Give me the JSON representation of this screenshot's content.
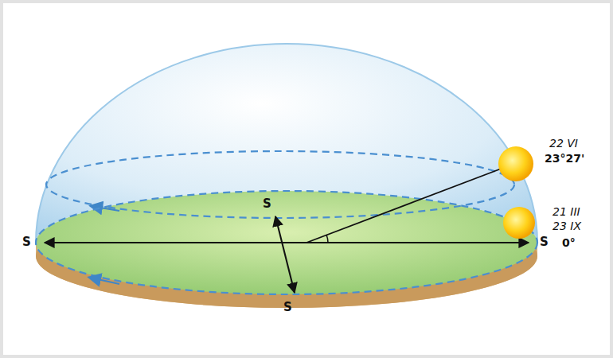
{
  "diagram": {
    "labels": [
      "S",
      "S",
      "S",
      "S",
      "22 VI",
      "23°27'",
      "21 III",
      "23 IX",
      "0°"
    ]
  }
}
